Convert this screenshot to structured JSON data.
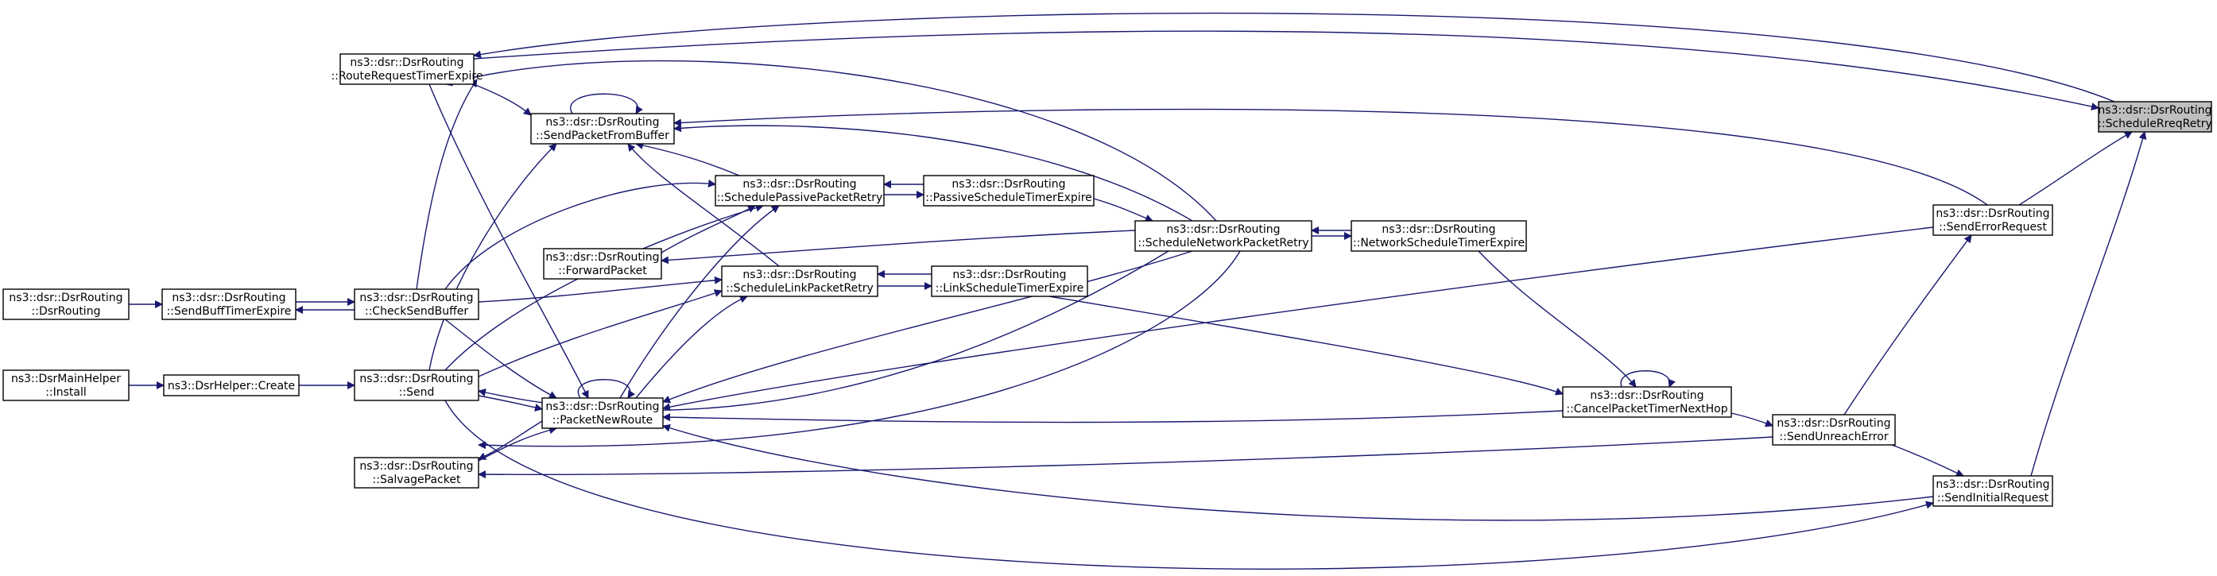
{
  "graph": {
    "title": "",
    "colors": {
      "edge": "#191970",
      "node_border": "#000000",
      "highlight_fill": "#bfbfbf",
      "node_fill": "#ffffff"
    },
    "nodes": {
      "schedule_rreq_retry": {
        "line1": "ns3::dsr::DsrRouting",
        "line2": "::ScheduleRreqRetry",
        "highlighted": true
      },
      "route_request_timer_expire": {
        "line1": "ns3::dsr::DsrRouting",
        "line2": "::RouteRequestTimerExpire"
      },
      "send_packet_from_buffer": {
        "line1": "ns3::dsr::DsrRouting",
        "line2": "::SendPacketFromBuffer"
      },
      "schedule_passive_packet_retry": {
        "line1": "ns3::dsr::DsrRouting",
        "line2": "::SchedulePassivePacketRetry"
      },
      "passive_schedule_timer_expire": {
        "line1": "ns3::dsr::DsrRouting",
        "line2": "::PassiveScheduleTimerExpire"
      },
      "forward_packet": {
        "line1": "ns3::dsr::DsrRouting",
        "line2": "::ForwardPacket"
      },
      "schedule_network_packet_retry": {
        "line1": "ns3::dsr::DsrRouting",
        "line2": "::ScheduleNetworkPacketRetry"
      },
      "network_schedule_timer_expire": {
        "line1": "ns3::dsr::DsrRouting",
        "line2": "::NetworkScheduleTimerExpire"
      },
      "schedule_link_packet_retry": {
        "line1": "ns3::dsr::DsrRouting",
        "line2": "::ScheduleLinkPacketRetry"
      },
      "link_schedule_timer_expire": {
        "line1": "ns3::dsr::DsrRouting",
        "line2": "::LinkScheduleTimerExpire"
      },
      "dsr_routing_ctor": {
        "line1": "ns3::dsr::DsrRouting",
        "line2": "::DsrRouting"
      },
      "send_buff_timer_expire": {
        "line1": "ns3::dsr::DsrRouting",
        "line2": "::SendBuffTimerExpire"
      },
      "check_send_buffer": {
        "line1": "ns3::dsr::DsrRouting",
        "line2": "::CheckSendBuffer"
      },
      "dsr_main_helper_install": {
        "line1": "ns3::DsrMainHelper",
        "line2": "::Install"
      },
      "dsr_helper_create": {
        "line1": "ns3::DsrHelper::Create",
        "line2": ""
      },
      "send": {
        "line1": "ns3::dsr::DsrRouting",
        "line2": "::Send"
      },
      "packet_new_route": {
        "line1": "ns3::dsr::DsrRouting",
        "line2": "::PacketNewRoute"
      },
      "salvage_packet": {
        "line1": "ns3::dsr::DsrRouting",
        "line2": "::SalvagePacket"
      },
      "cancel_packet_timer_next_hop": {
        "line1": "ns3::dsr::DsrRouting",
        "line2": "::CancelPacketTimerNextHop"
      },
      "send_unreach_error": {
        "line1": "ns3::dsr::DsrRouting",
        "line2": "::SendUnreachError"
      },
      "send_error_request": {
        "line1": "ns3::dsr::DsrRouting",
        "line2": "::SendErrorRequest"
      },
      "send_initial_request": {
        "line1": "ns3::dsr::DsrRouting",
        "line2": "::SendInitialRequest"
      }
    }
  }
}
